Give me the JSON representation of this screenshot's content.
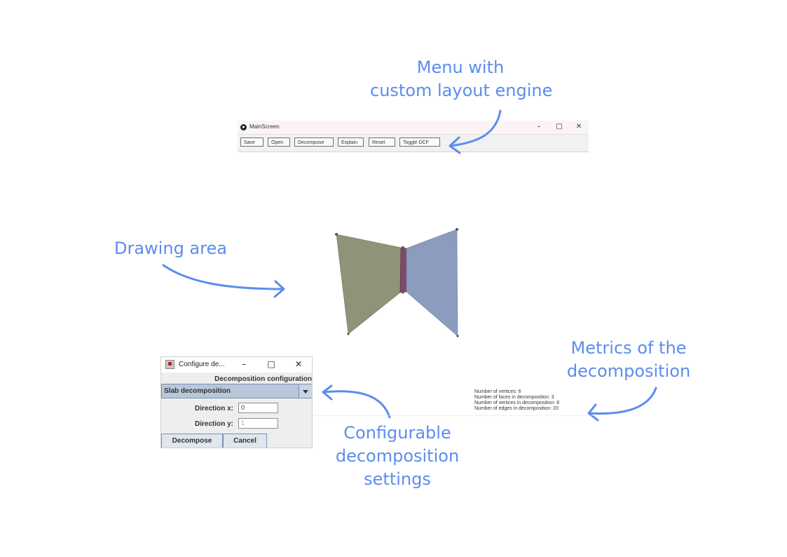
{
  "annotations": {
    "menu": [
      "Menu with",
      "custom layout engine"
    ],
    "drawing": [
      "Drawing area"
    ],
    "metrics": [
      "Metrics of the",
      "decomposition"
    ],
    "config": [
      "Configurable",
      "decomposition",
      "settings"
    ]
  },
  "main_window": {
    "title": "MainScreen",
    "controls": {
      "minimize": "–",
      "maximize": "□",
      "close": "✕"
    },
    "toolbar": [
      "Save",
      "Open",
      "Decompose",
      "Explain",
      "Reset",
      "Toggle DCF"
    ]
  },
  "config_dialog": {
    "title": "Configure de...",
    "controls": {
      "minimize": "–",
      "maximize": "□",
      "close": "✕"
    },
    "heading": "Decomposition configuration",
    "method": "Slab decomposition",
    "fields": [
      {
        "label": "Direction x:",
        "value": "0"
      },
      {
        "label": "Direction y:",
        "value": "1"
      }
    ],
    "buttons": {
      "decompose": "Decompose",
      "cancel": "Cancel"
    }
  },
  "metrics": [
    "Number of vertices: 6",
    "Number of faces in decomposition: 3",
    "Number of vertices in decomposition: 8",
    "Number of edges in decomposition: 20"
  ],
  "colors": {
    "annotation": "#5b8def",
    "face_left": "#8f9378",
    "face_middle": "#7e4a68",
    "face_right": "#8b9cbf"
  }
}
